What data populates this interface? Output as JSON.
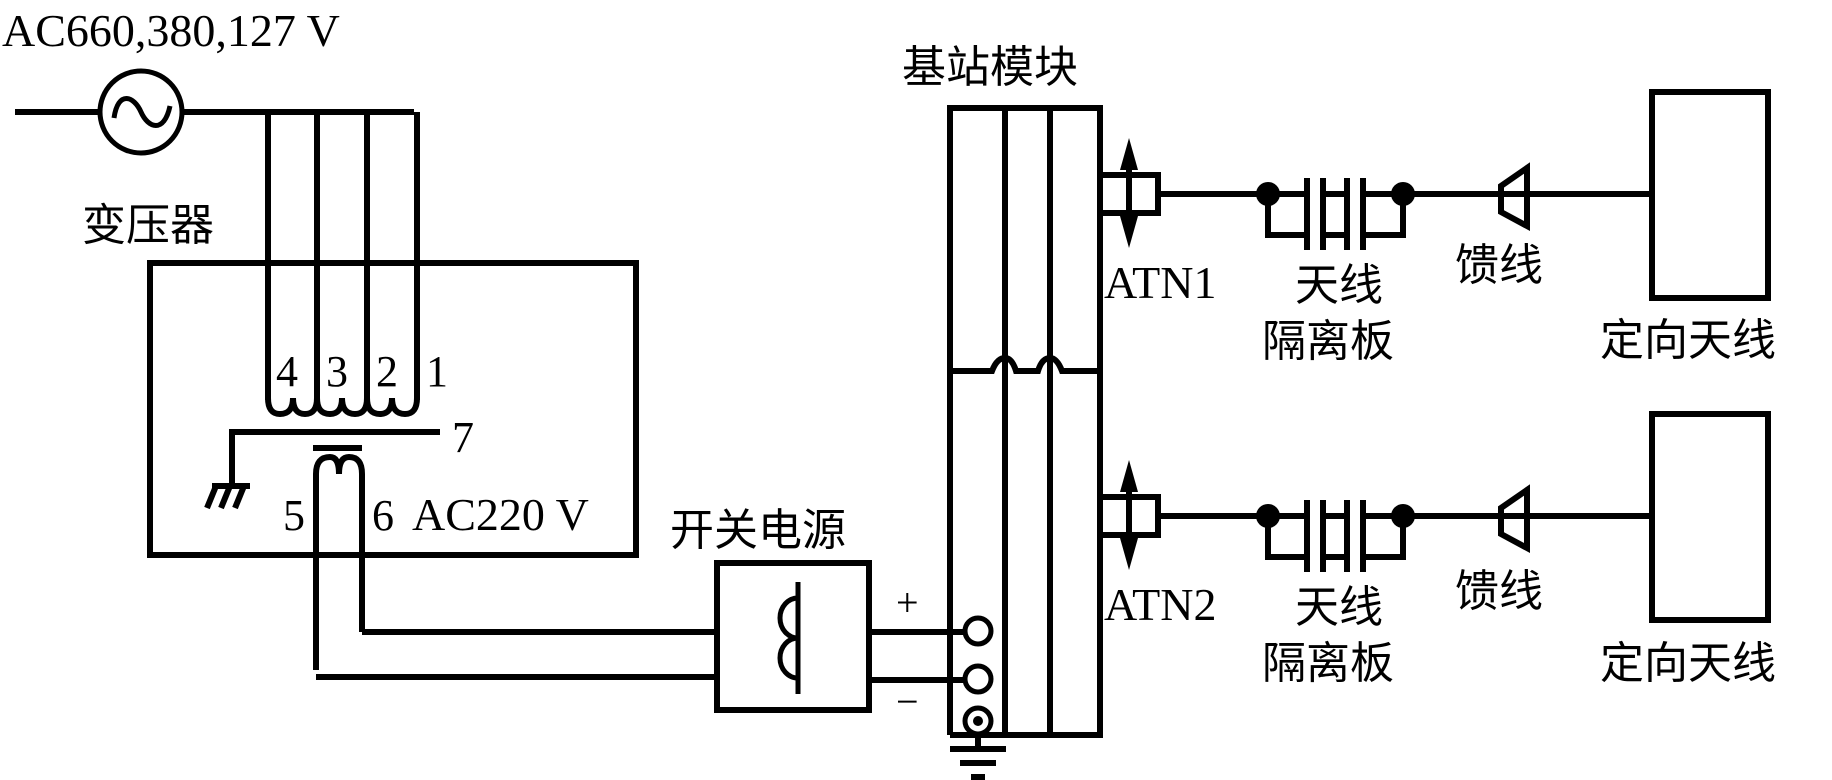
{
  "diagram": {
    "type": "circuit-schematic",
    "colors": {
      "line": "#000000",
      "background": "#ffffff"
    },
    "source": {
      "label": "AC660,380,127 V",
      "icon": "ac-source-icon"
    },
    "transformer": {
      "label": "变压器",
      "primary_taps": [
        "4",
        "3",
        "2",
        "1"
      ],
      "ground_terminal": "7",
      "secondary_terminals": [
        "5",
        "6"
      ],
      "secondary_output": "AC220 V"
    },
    "switching_power_supply": {
      "label": "开关电源",
      "plus": "+",
      "minus": "−"
    },
    "base_station_module": {
      "label": "基站模块"
    },
    "channels": [
      {
        "port": "ATN1",
        "isolator": {
          "line1": "天线",
          "line2": "隔离板"
        },
        "feeder": "馈线",
        "antenna": "定向天线"
      },
      {
        "port": "ATN2",
        "isolator": {
          "line1": "天线",
          "line2": "隔离板"
        },
        "feeder": "馈线",
        "antenna": "定向天线"
      }
    ]
  }
}
